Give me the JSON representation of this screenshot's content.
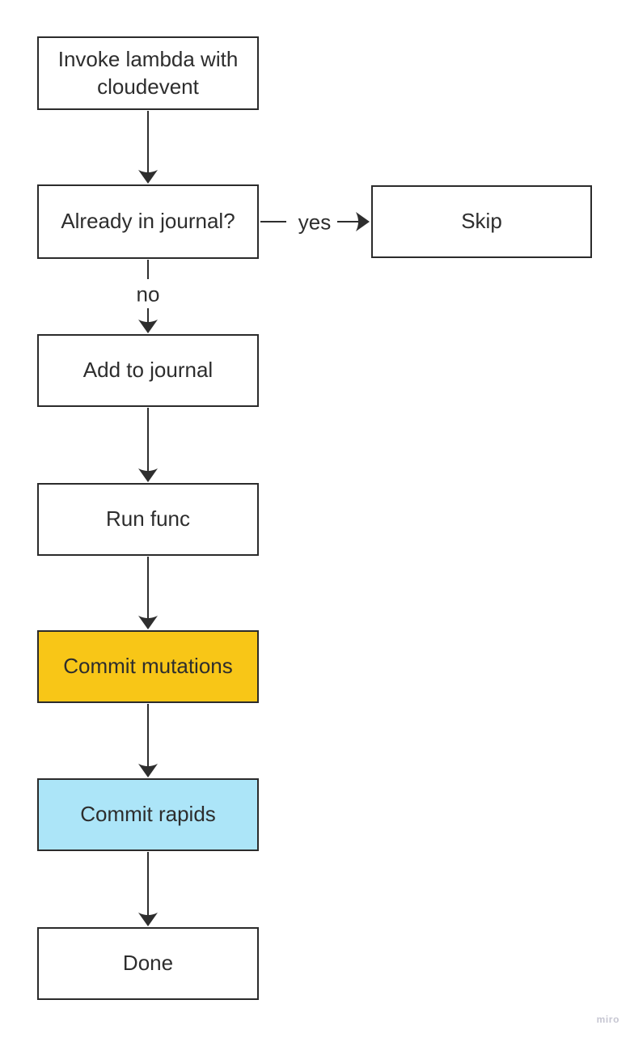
{
  "diagram": {
    "nodes": [
      {
        "label": "Invoke lambda with cloudevent",
        "fill": "#ffffff"
      },
      {
        "label": "Already in journal?",
        "fill": "#ffffff"
      },
      {
        "label": "Skip",
        "fill": "#ffffff"
      },
      {
        "label": "Add to journal",
        "fill": "#ffffff"
      },
      {
        "label": "Run func",
        "fill": "#ffffff"
      },
      {
        "label": "Commit mutations",
        "fill": "#f8c617"
      },
      {
        "label": "Commit rapids",
        "fill": "#ace5f8"
      },
      {
        "label": "Done",
        "fill": "#ffffff"
      }
    ],
    "edges": [
      {
        "from": "Invoke lambda with cloudevent",
        "to": "Already in journal?",
        "label": ""
      },
      {
        "from": "Already in journal?",
        "to": "Skip",
        "label": "yes"
      },
      {
        "from": "Already in journal?",
        "to": "Add to journal",
        "label": "no"
      },
      {
        "from": "Add to journal",
        "to": "Run func",
        "label": ""
      },
      {
        "from": "Run func",
        "to": "Commit mutations",
        "label": ""
      },
      {
        "from": "Commit mutations",
        "to": "Commit rapids",
        "label": ""
      },
      {
        "from": "Commit rapids",
        "to": "Done",
        "label": ""
      }
    ],
    "colors": {
      "stroke": "#2e2e2e",
      "node_border": "#2b2b2b",
      "text": "#2d2d2d",
      "background": "#ffffff",
      "highlight_yellow": "#f8c617",
      "highlight_blue": "#ace5f8",
      "watermark_gray": "#c6c6d2"
    },
    "watermark": "miro"
  }
}
